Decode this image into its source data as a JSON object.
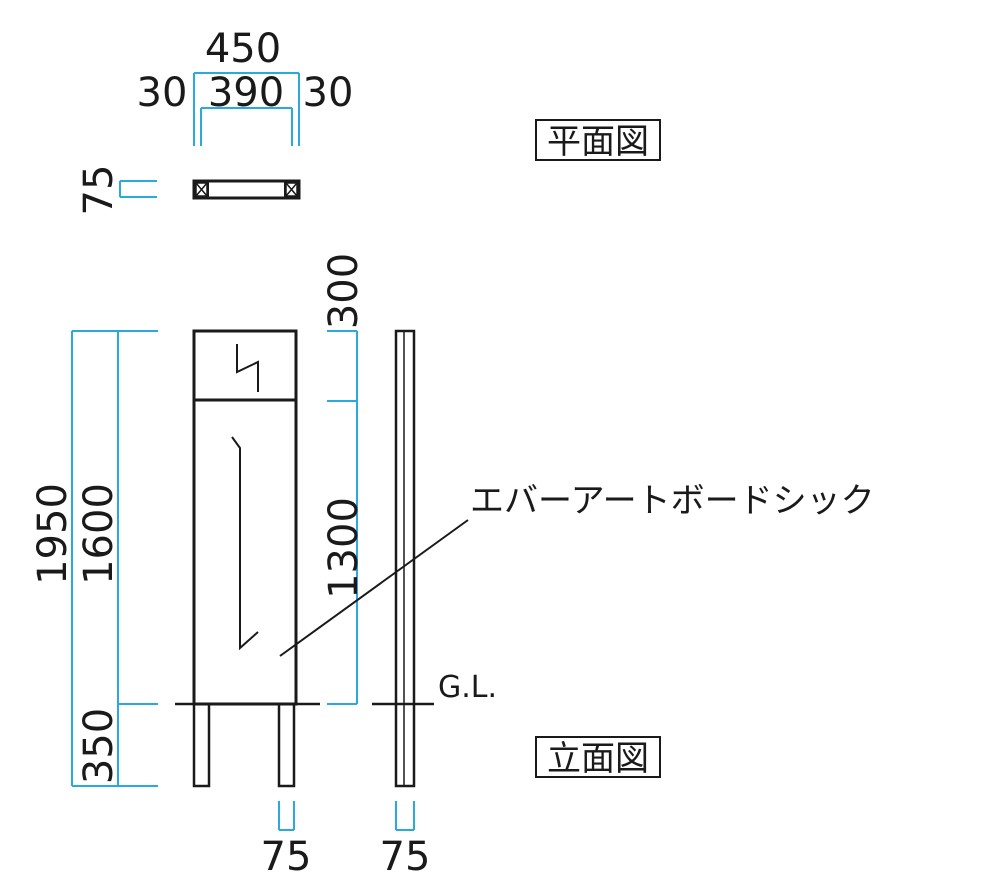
{
  "plan": {
    "title": "平面図",
    "dim_total": "450",
    "dim_left": "30",
    "dim_center": "390",
    "dim_right": "30",
    "dim_depth": "75"
  },
  "elevation": {
    "title": "立面図",
    "dim_overall": "1950",
    "dim_above_ground": "1600",
    "dim_below_ground": "350",
    "dim_top_panel": "300",
    "dim_main_panel": "1300",
    "dim_post_front": "75",
    "dim_post_side": "75",
    "ground_label": "G.L.",
    "material_label": "エバーアートボードシック"
  },
  "colors": {
    "dimension": "#29a9e0",
    "line": "#1a1a1a"
  }
}
